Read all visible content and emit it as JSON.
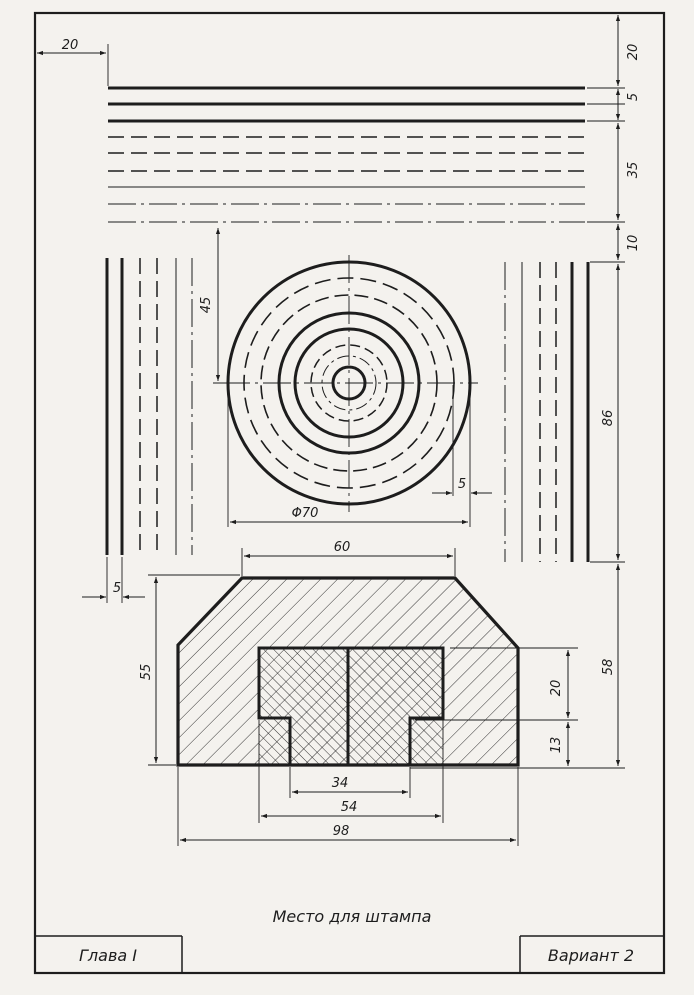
{
  "drawing": {
    "stamp_place": "Место для штампа",
    "chapter": "Глава I",
    "variant": "Вариант 2"
  },
  "dimensions": {
    "margin_left": "20",
    "top_gap": "20",
    "line_spacing": "5",
    "lines_block": "35",
    "gap_below_lines": "10",
    "circle_offset": "45",
    "circle_step": "5",
    "circle_diameter": "Φ70",
    "vertical_lines_block": "86",
    "vertical_line_spacing": "5",
    "part_top_width": "60",
    "part_height": "55",
    "slot_height": "20",
    "slot_lower_height": "13",
    "part_zone_height": "58",
    "slot_inner_width": "34",
    "slot_outer_width": "54",
    "part_width": "98"
  },
  "colors": {
    "paper": "#f4f2ee",
    "ink": "#1d1d1d"
  }
}
